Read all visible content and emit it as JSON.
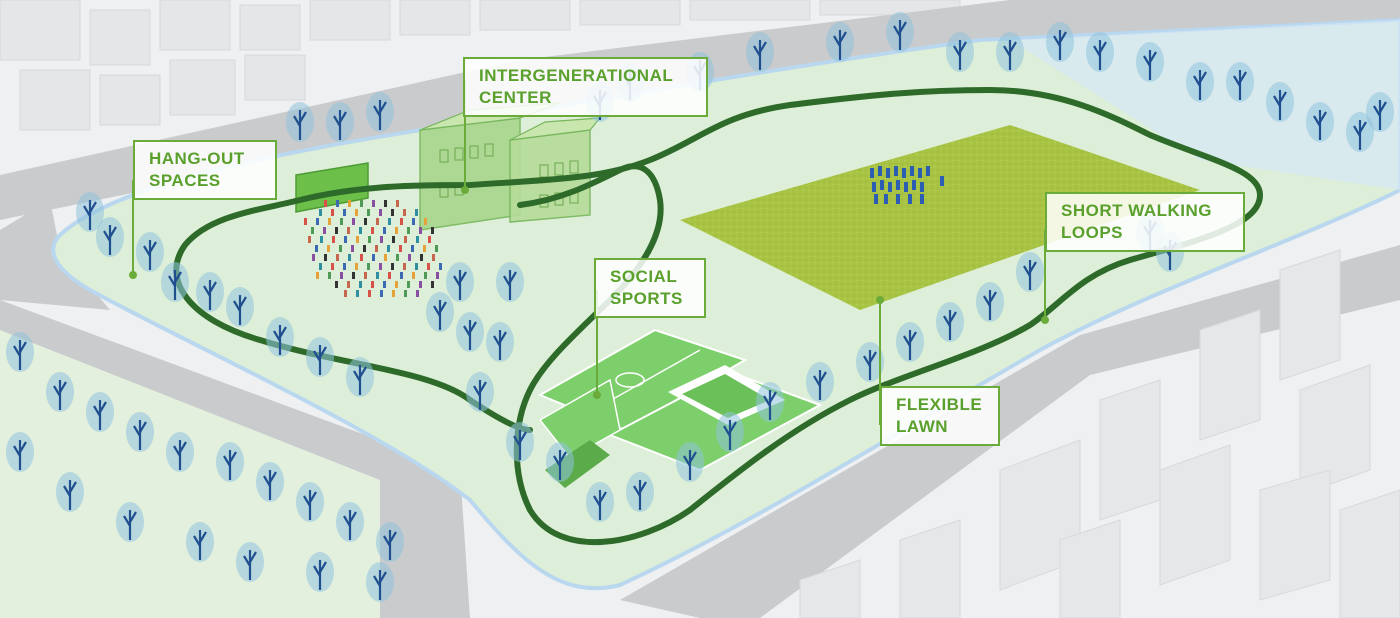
{
  "labels": {
    "intergenerational": {
      "line1": "INTERGENERATIONAL",
      "line2": "CENTER"
    },
    "hangout": {
      "line1": "HANG-OUT",
      "line2": "SPACES"
    },
    "social_sports": {
      "line1": "SOCIAL",
      "line2": "SPORTS"
    },
    "walking_loops": {
      "line1": "SHORT WALKING",
      "line2": "LOOPS"
    },
    "flexible_lawn": {
      "line1": "FLEXIBLE",
      "line2": "LAWN"
    }
  },
  "colors": {
    "label_text": "#5aa02c",
    "label_border": "#6aab3a",
    "path": "#2e6b2a",
    "park_ground": "#ddefd8",
    "lawn": "#a9c444",
    "court": "#7ccf6a",
    "tree_trunk": "#1f4f8f",
    "tree_canopy": "#8fc3dc",
    "street": "#c9cbcd",
    "building": "#e6e7e9"
  }
}
